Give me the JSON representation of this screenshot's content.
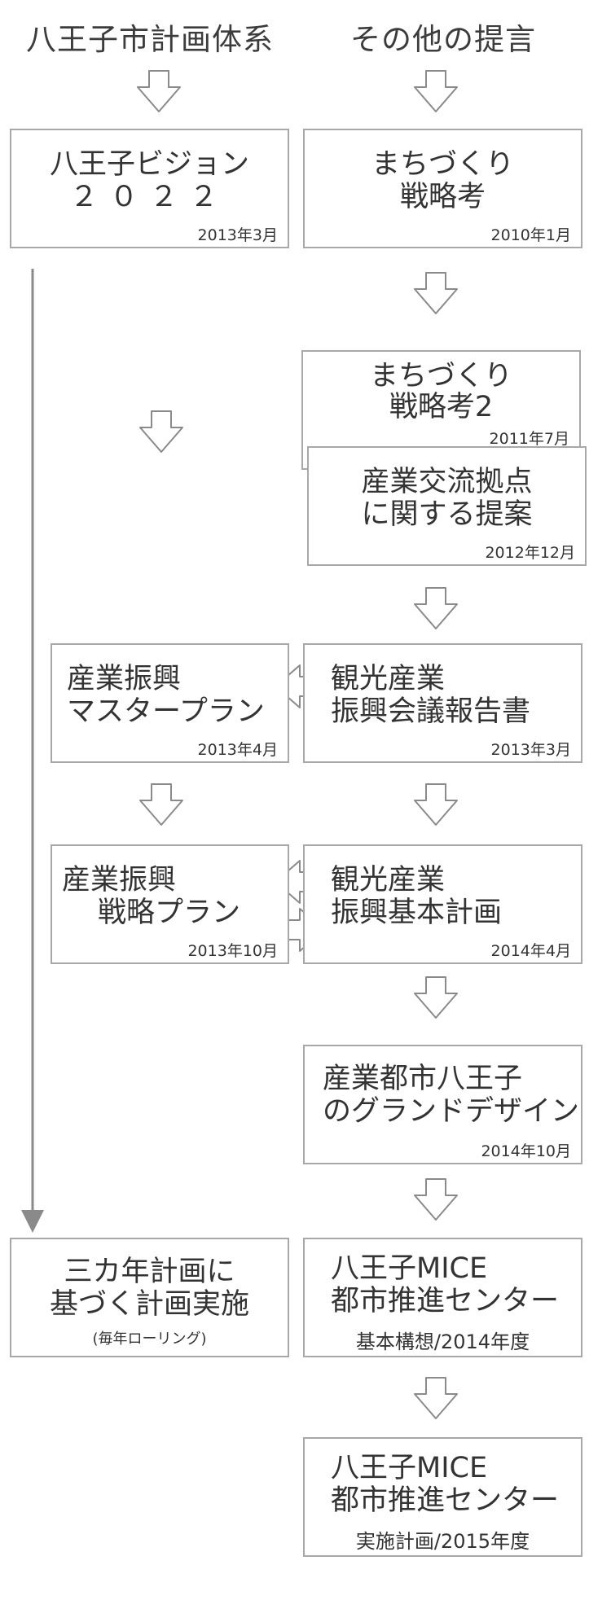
{
  "headers": {
    "left": "八王子市計画体系",
    "right": "その他の提言"
  },
  "boxes": {
    "vision": {
      "line1": "八王子ビジョン",
      "line2": "２０２２",
      "date": "2013年3月"
    },
    "machi1": {
      "line1": "まちづくり",
      "line2": "戦略考",
      "date": "2010年1月"
    },
    "machi2": {
      "line1": "まちづくり",
      "line2": "戦略考2",
      "date": "2011年7月"
    },
    "kyoten": {
      "line1": "産業交流拠点",
      "line2": "に関する提案",
      "date": "2012年12月"
    },
    "master": {
      "line1": "産業振興",
      "line2": "マスタープラン",
      "date": "2013年4月"
    },
    "kaigi": {
      "line1": "観光産業",
      "line2": "振興会議報告書",
      "date": "2013年3月"
    },
    "senryaku": {
      "line1": "産業振興",
      "line2": "戦略プラン",
      "date": "2013年10月"
    },
    "kihon": {
      "line1": "観光産業",
      "line2": "振興基本計画",
      "date": "2014年4月"
    },
    "grand": {
      "line1": "産業都市八王子",
      "line2": "のグランドデザイン",
      "date": "2014年10月"
    },
    "sankanen": {
      "line1": "三カ年計画に",
      "line2": "基づく計画実施",
      "note": "(毎年ローリング)"
    },
    "mice1": {
      "line1": "八王子MICE",
      "line2": "都市推進センター",
      "note": "基本構想/2014年度"
    },
    "mice2": {
      "line1": "八王子MICE",
      "line2": "都市推進センター",
      "note": "実施計画/2015年度"
    }
  }
}
